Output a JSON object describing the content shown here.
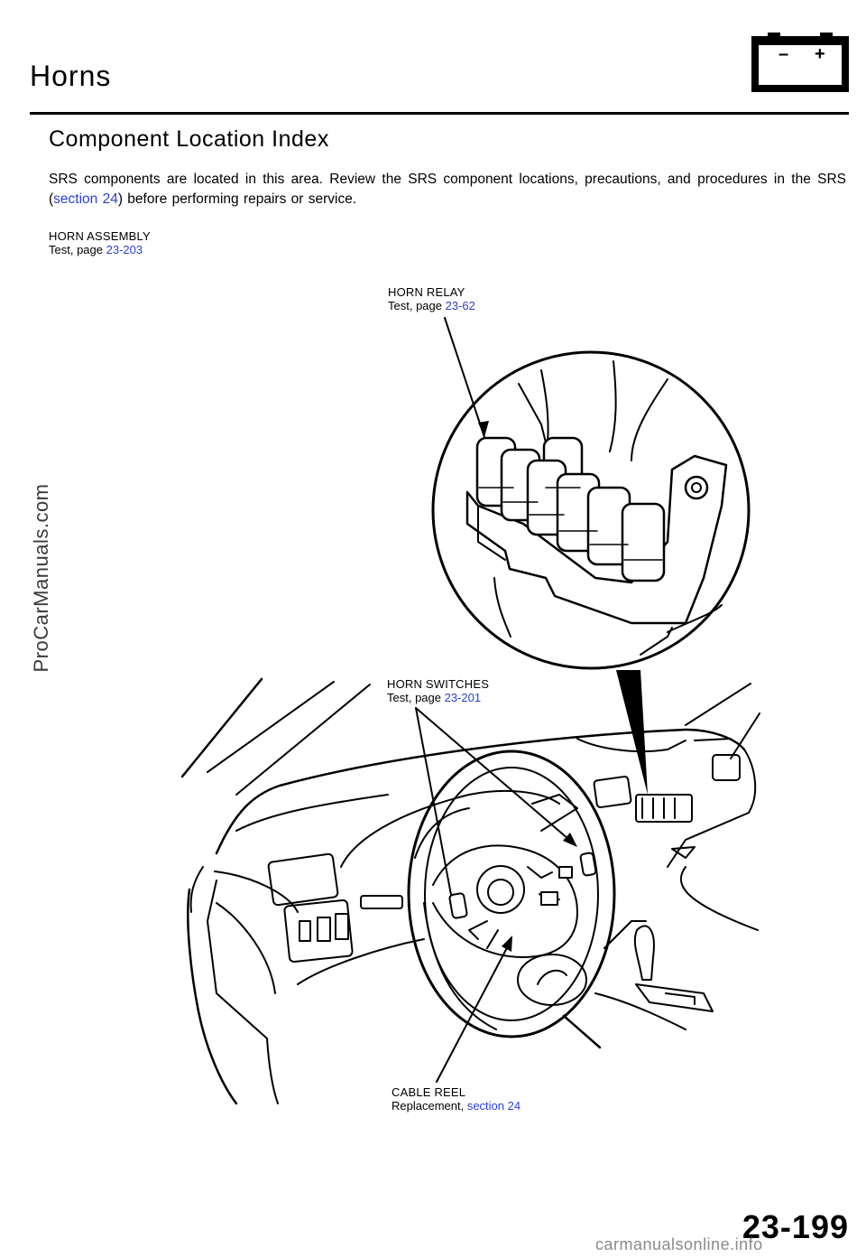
{
  "header": {
    "title": "Horns",
    "battery_icon": "battery-icon",
    "battery_minus": "–",
    "battery_plus": "+"
  },
  "section": {
    "title": "Component Location Index",
    "intro_before": "SRS components are located in this area. Review the SRS component locations, precautions, and procedures in the SRS (",
    "intro_link": "section 24",
    "intro_after": ") before performing repairs or service."
  },
  "callouts": {
    "horn_assembly": {
      "name": "HORN ASSEMBLY",
      "prefix": "Test, page ",
      "link": "23-203"
    },
    "horn_relay": {
      "name": "HORN RELAY",
      "prefix": "Test, page ",
      "link": "23-62"
    },
    "horn_switches": {
      "name": "HORN SWITCHES",
      "prefix": "Test, page ",
      "link": "23-201"
    },
    "cable_reel": {
      "name": "CABLE REEL",
      "prefix": "Replacement, ",
      "link": "section 24"
    }
  },
  "page_number": "23-199",
  "watermarks": {
    "side": "ProCarManuals.com",
    "bottom": "carmanualsonline.info"
  },
  "colors": {
    "link": "#2a3fd6"
  }
}
